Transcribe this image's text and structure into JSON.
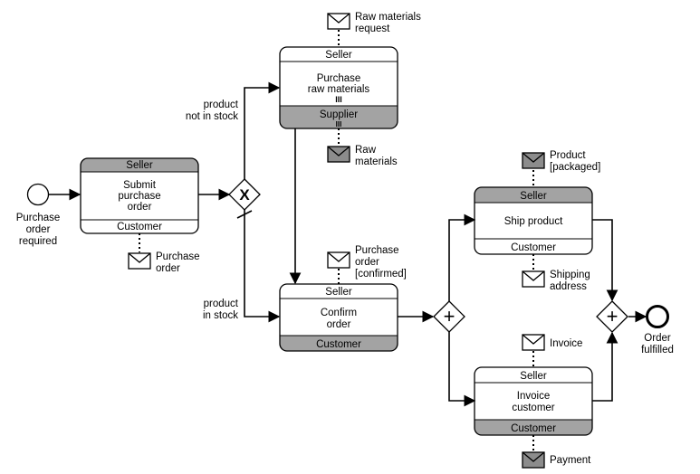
{
  "events": {
    "start_label": [
      "Purchase",
      "order",
      "required"
    ],
    "end_label": [
      "Order",
      "fulfilled"
    ]
  },
  "tasks": {
    "submit": {
      "top": "Seller",
      "name": [
        "Submit",
        "purchase",
        "order"
      ],
      "bottom": "Customer",
      "active": "top"
    },
    "purchase_raw": {
      "top": "Seller",
      "name": [
        "Purchase",
        "raw materials"
      ],
      "bottom": "Supplier",
      "active": "bottom",
      "marker": "III"
    },
    "confirm": {
      "top": "Seller",
      "name": [
        "Confirm",
        "order"
      ],
      "bottom": "Customer",
      "active": "bottom"
    },
    "ship": {
      "top": "Seller",
      "name": [
        "Ship product"
      ],
      "bottom": "Customer",
      "active": "top"
    },
    "invoice": {
      "top": "Seller",
      "name": [
        "Invoice",
        "customer"
      ],
      "bottom": "Customer",
      "active": "bottom"
    }
  },
  "gateways": {
    "exclusive_symbol": "X",
    "parallel_symbol": "+"
  },
  "flow_labels": {
    "not_in_stock": [
      "product",
      "not in stock"
    ],
    "in_stock": [
      "product",
      "in stock"
    ]
  },
  "messages": {
    "raw_request": {
      "label": [
        "Raw materials",
        "request"
      ],
      "filled": false
    },
    "raw_materials": {
      "label": [
        "Raw",
        "materials"
      ],
      "filled": true
    },
    "purchase_order": {
      "label": [
        "Purchase",
        "order"
      ],
      "filled": false
    },
    "purchase_confirmed": {
      "label": [
        "Purchase",
        "order",
        "[confirmed]"
      ],
      "filled": false
    },
    "product_packaged": {
      "label": [
        "Product",
        "[packaged]"
      ],
      "filled": true
    },
    "shipping_address": {
      "label": [
        "Shipping",
        "address"
      ],
      "filled": false
    },
    "invoice": {
      "label": [
        "Invoice"
      ],
      "filled": false
    },
    "payment": {
      "label": [
        "Payment"
      ],
      "filled": true
    }
  },
  "colors": {
    "active_band": "#a3a3a3",
    "inactive_band": "#ffffff",
    "stroke": "#000000",
    "filled_envelope": "#8c8c8c"
  }
}
